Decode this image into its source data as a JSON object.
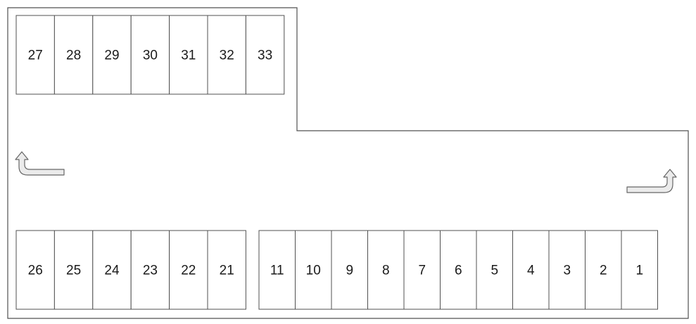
{
  "diagram": {
    "colors": {
      "outline": "#505050",
      "space_fill": "#ffffff",
      "arrow_fill": "#ebebeb",
      "arrow_stroke": "#666666"
    },
    "rows": {
      "top": [
        "27",
        "28",
        "29",
        "30",
        "31",
        "32",
        "33"
      ],
      "bottom_left": [
        "26",
        "25",
        "24",
        "23",
        "22",
        "21"
      ],
      "bottom_right": [
        "11",
        "10",
        "9",
        "8",
        "7",
        "6",
        "5",
        "4",
        "3",
        "2",
        "1"
      ]
    },
    "arrows": [
      {
        "name": "left-turn-up-arrow-icon",
        "direction": "up-left"
      },
      {
        "name": "right-turn-up-arrow-icon",
        "direction": "up-right"
      }
    ]
  }
}
